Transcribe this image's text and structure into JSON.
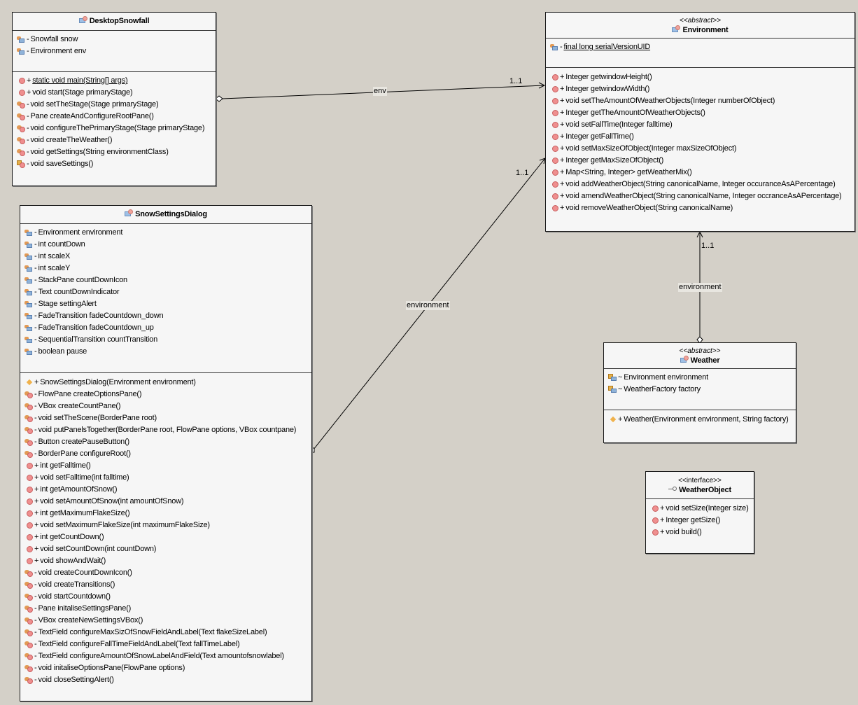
{
  "classes": {
    "desktopSnowfall": {
      "stereotype": "",
      "name": "DesktopSnowfall",
      "icon": "class-icon",
      "fields": [
        {
          "icon": "private-field-icon",
          "vis": "-",
          "text": "Snowfall snow",
          "static": false
        },
        {
          "icon": "private-field-icon",
          "vis": "-",
          "text": "Environment env",
          "static": false
        }
      ],
      "methods": [
        {
          "icon": "public-method-icon",
          "vis": "+",
          "text": "static void main(String[] args)",
          "static": true
        },
        {
          "icon": "public-method-icon",
          "vis": "+",
          "text": "void start(Stage primaryStage)",
          "static": false
        },
        {
          "icon": "private-method-icon",
          "vis": "-",
          "text": "void setTheStage(Stage primaryStage)",
          "static": false
        },
        {
          "icon": "private-method-icon",
          "vis": "-",
          "text": "Pane createAndConfigureRootPane()",
          "static": false
        },
        {
          "icon": "private-method-icon",
          "vis": "-",
          "text": "void configureThePrimaryStage(Stage primaryStage)",
          "static": false
        },
        {
          "icon": "private-method-icon",
          "vis": "-",
          "text": "void createTheWeather()",
          "static": false
        },
        {
          "icon": "private-method-icon",
          "vis": "-",
          "text": "void getSettings(String environmentClass)",
          "static": false
        },
        {
          "icon": "package-method-icon",
          "vis": "-",
          "text": "void saveSettings()",
          "static": false
        }
      ]
    },
    "environment": {
      "stereotype": "<<abstract>>",
      "name": "Environment",
      "icon": "class-icon",
      "fields": [
        {
          "icon": "private-field-icon",
          "vis": "-",
          "text": "final long serialVersionUID",
          "static": true
        }
      ],
      "methods": [
        {
          "icon": "public-method-icon",
          "vis": "+",
          "text": "Integer getwindowHeight()",
          "static": false
        },
        {
          "icon": "public-method-icon",
          "vis": "+",
          "text": "Integer getwindowWidth()",
          "static": false
        },
        {
          "icon": "public-method-icon",
          "vis": "+",
          "text": "void setTheAmountOfWeatherObjects(Integer numberOfObject)",
          "static": false
        },
        {
          "icon": "public-method-icon",
          "vis": "+",
          "text": "Integer getTheAmountOfWeatherObjects()",
          "static": false
        },
        {
          "icon": "public-method-icon",
          "vis": "+",
          "text": "void setFallTime(Integer falltime)",
          "static": false
        },
        {
          "icon": "public-method-icon",
          "vis": "+",
          "text": "Integer getFallTime()",
          "static": false
        },
        {
          "icon": "public-method-icon",
          "vis": "+",
          "text": "void setMaxSizeOfObject(Integer maxSizeOfObject)",
          "static": false
        },
        {
          "icon": "public-method-icon",
          "vis": "+",
          "text": "Integer getMaxSizeOfObject()",
          "static": false
        },
        {
          "icon": "public-method-icon",
          "vis": "+",
          "text": "Map<String, Integer> getWeatherMix()",
          "static": false
        },
        {
          "icon": "public-method-icon",
          "vis": "+",
          "text": "void addWeatherObject(String canonicalName, Integer occuranceAsAPercentage)",
          "static": false
        },
        {
          "icon": "public-method-icon",
          "vis": "+",
          "text": "void amendWeatherObject(String canonicalName, Integer occranceAsAPercentage)",
          "static": false
        },
        {
          "icon": "public-method-icon",
          "vis": "+",
          "text": "void removeWeatherObject(String canonicalName)",
          "static": false
        }
      ]
    },
    "snowSettingsDialog": {
      "stereotype": "",
      "name": "SnowSettingsDialog",
      "icon": "class-icon",
      "fields": [
        {
          "icon": "private-field-icon",
          "vis": "-",
          "text": "Environment environment",
          "static": false
        },
        {
          "icon": "private-field-icon",
          "vis": "-",
          "text": "int countDown",
          "static": false
        },
        {
          "icon": "private-field-icon",
          "vis": "-",
          "text": "int scaleX",
          "static": false
        },
        {
          "icon": "private-field-icon",
          "vis": "-",
          "text": "int scaleY",
          "static": false
        },
        {
          "icon": "private-field-icon",
          "vis": "-",
          "text": "StackPane countDownIcon",
          "static": false
        },
        {
          "icon": "private-field-icon",
          "vis": "-",
          "text": "Text countDownIndicator",
          "static": false
        },
        {
          "icon": "private-field-icon",
          "vis": "-",
          "text": "Stage settingAlert",
          "static": false
        },
        {
          "icon": "private-field-icon",
          "vis": "-",
          "text": "FadeTransition fadeCountdown_down",
          "static": false
        },
        {
          "icon": "private-field-icon",
          "vis": "-",
          "text": "FadeTransition fadeCountdown_up",
          "static": false
        },
        {
          "icon": "private-field-icon",
          "vis": "-",
          "text": "SequentialTransition countTransition",
          "static": false
        },
        {
          "icon": "private-field-icon",
          "vis": "-",
          "text": "boolean pause",
          "static": false
        }
      ],
      "methods": [
        {
          "icon": "constructor-icon",
          "vis": "+",
          "text": "SnowSettingsDialog(Environment environment)",
          "static": false
        },
        {
          "icon": "private-method-icon",
          "vis": "-",
          "text": "FlowPane createOptionsPane()",
          "static": false
        },
        {
          "icon": "private-method-icon",
          "vis": "-",
          "text": "VBox createCountPane()",
          "static": false
        },
        {
          "icon": "private-method-icon",
          "vis": "-",
          "text": "void setTheScene(BorderPane root)",
          "static": false
        },
        {
          "icon": "private-method-icon",
          "vis": "-",
          "text": "void putPanelsTogether(BorderPane root, FlowPane options, VBox countpane)",
          "static": false
        },
        {
          "icon": "private-method-icon",
          "vis": "-",
          "text": "Button createPauseButton()",
          "static": false
        },
        {
          "icon": "private-method-icon",
          "vis": "-",
          "text": "BorderPane configureRoot()",
          "static": false
        },
        {
          "icon": "public-method-icon",
          "vis": "+",
          "text": "int getFalltime()",
          "static": false
        },
        {
          "icon": "public-method-icon",
          "vis": "+",
          "text": "void setFalltime(int falltime)",
          "static": false
        },
        {
          "icon": "public-method-icon",
          "vis": "+",
          "text": "int getAmountOfSnow()",
          "static": false
        },
        {
          "icon": "public-method-icon",
          "vis": "+",
          "text": "void setAmountOfSnow(int amountOfSnow)",
          "static": false
        },
        {
          "icon": "public-method-icon",
          "vis": "+",
          "text": "int getMaximumFlakeSize()",
          "static": false
        },
        {
          "icon": "public-method-icon",
          "vis": "+",
          "text": "void setMaximumFlakeSize(int maximumFlakeSize)",
          "static": false
        },
        {
          "icon": "public-method-icon",
          "vis": "+",
          "text": "int getCountDown()",
          "static": false
        },
        {
          "icon": "public-method-icon",
          "vis": "+",
          "text": "void setCountDown(int countDown)",
          "static": false
        },
        {
          "icon": "public-method-icon",
          "vis": "+",
          "text": "void showAndWait()",
          "static": false
        },
        {
          "icon": "private-method-icon",
          "vis": "-",
          "text": "void createCountDownIcon()",
          "static": false
        },
        {
          "icon": "private-method-icon",
          "vis": "-",
          "text": "void createTransitions()",
          "static": false
        },
        {
          "icon": "private-method-icon",
          "vis": "-",
          "text": "void startCountdown()",
          "static": false
        },
        {
          "icon": "private-method-icon",
          "vis": "-",
          "text": "Pane initaliseSettingsPane()",
          "static": false
        },
        {
          "icon": "private-method-icon",
          "vis": "-",
          "text": "VBox createNewSettingsVBox()",
          "static": false
        },
        {
          "icon": "private-method-icon",
          "vis": "-",
          "text": "TextField configureMaxSizOfSnowFieldAndLabel(Text flakeSizeLabel)",
          "static": false
        },
        {
          "icon": "private-method-icon",
          "vis": "-",
          "text": "TextField configureFallTimeFieldAndLabel(Text fallTimeLabel)",
          "static": false
        },
        {
          "icon": "private-method-icon",
          "vis": "-",
          "text": "TextField configureAmountOfSnowLabelAndField(Text amountofsnowlabel)",
          "static": false
        },
        {
          "icon": "private-method-icon",
          "vis": "-",
          "text": "void initaliseOptionsPane(FlowPane options)",
          "static": false
        },
        {
          "icon": "private-method-icon",
          "vis": "-",
          "text": "void closeSettingAlert()",
          "static": false
        }
      ]
    },
    "weather": {
      "stereotype": "<<abstract>>",
      "name": "Weather",
      "icon": "class-icon",
      "fields": [
        {
          "icon": "package-field-icon",
          "vis": "~",
          "text": "Environment environment",
          "static": false
        },
        {
          "icon": "package-field-icon",
          "vis": "~",
          "text": "WeatherFactory factory",
          "static": false
        }
      ],
      "methods": [
        {
          "icon": "constructor-icon",
          "vis": "+",
          "text": "Weather(Environment environment, String factory)",
          "static": false
        }
      ]
    },
    "weatherObject": {
      "stereotype": "<<interface>>",
      "name": "WeatherObject",
      "icon": "interface-icon",
      "methods": [
        {
          "icon": "public-method-icon",
          "vis": "+",
          "text": "void setSize(Integer size)",
          "static": false
        },
        {
          "icon": "public-method-icon",
          "vis": "+",
          "text": "Integer getSize()",
          "static": false
        },
        {
          "icon": "public-method-icon",
          "vis": "+",
          "text": "void build()",
          "static": false
        }
      ]
    }
  },
  "associations": [
    {
      "from": "DesktopSnowfall",
      "to": "Environment",
      "role": "env",
      "multiplicity": "1..1",
      "kind": "aggregation"
    },
    {
      "from": "SnowSettingsDialog",
      "to": "Environment",
      "role": "environment",
      "multiplicity": "1..1",
      "kind": "aggregation"
    },
    {
      "from": "Weather",
      "to": "Environment",
      "role": "environment",
      "multiplicity": "1..1",
      "kind": "aggregation"
    }
  ],
  "colors": {
    "background": "#d4d0c8",
    "box_fill": "#f6f6f6",
    "box_border": "#1a1a1a",
    "public_method": "#ef8f8f",
    "field_blue": "#8fb3d9",
    "field_orange": "#e29a55",
    "constructor": "#f0b24c"
  }
}
